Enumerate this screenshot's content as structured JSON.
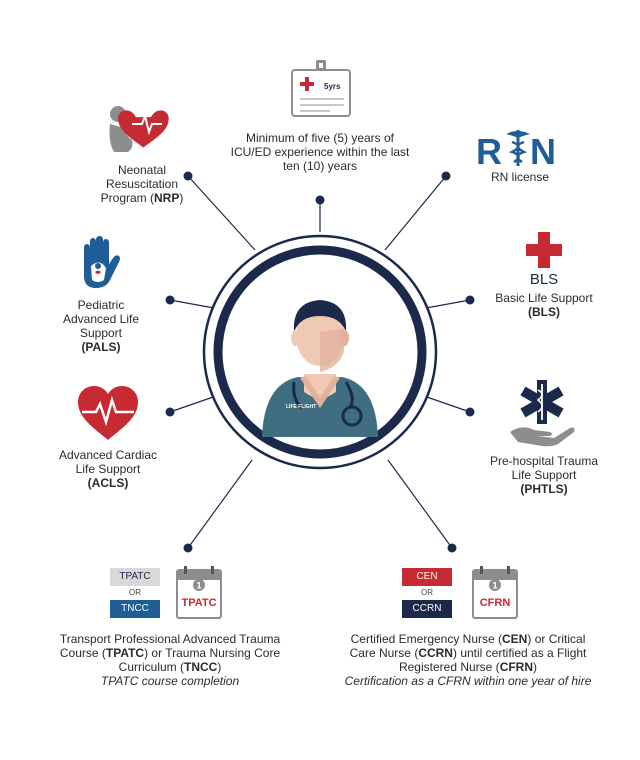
{
  "items": {
    "experience": {
      "badge": "5yrs",
      "text": "Minimum of five (5) years of ICU/ED experience within the last ten (10) years"
    },
    "rn": {
      "logo_r": "R",
      "logo_n": "N",
      "text": "RN license"
    },
    "nrp": {
      "line1": "Neonatal",
      "line2": "Resuscitation",
      "line3_prefix": "Program (",
      "abbr": "NRP",
      "line3_suffix": ")"
    },
    "pals": {
      "line1": "Pediatric",
      "line2": "Advanced Life",
      "line3": "Support",
      "abbr": "(PALS)"
    },
    "bls": {
      "icon_label": "BLS",
      "text": "Basic Life Support",
      "abbr": "(BLS)"
    },
    "acls": {
      "line1": "Advanced Cardiac",
      "line2": "Life Support",
      "abbr": "(ACLS)"
    },
    "phtls": {
      "line1": "Pre-hospital Trauma",
      "line2": "Life Support",
      "abbr": "(PHTLS)"
    },
    "tpatc": {
      "badge_top": "TPATC",
      "or": "OR",
      "badge_bottom": "TNCC",
      "calendar_label": "TPATC",
      "calendar_day": "1",
      "line1": "Transport Professional Advanced Trauma",
      "line2_a": "Course (",
      "line2_b": "TPATC",
      "line2_c": ") or Trauma Nursing Core",
      "line3_a": "Curriculum (",
      "line3_b": "TNCC",
      "line3_c": ")",
      "note": "TPATC course completion"
    },
    "cfrn": {
      "badge_top": "CEN",
      "or": "OR",
      "badge_bottom": "CCRN",
      "calendar_label": "CFRN",
      "calendar_day": "1",
      "line1_a": "Certified Emergency Nurse (",
      "line1_b": "CEN",
      "line1_c": ") or Critical",
      "line2_a": "Care Nurse (",
      "line2_b": "CCRN",
      "line2_c": ") until certified as a Flight",
      "line3_a": "Registered Nurse (",
      "line3_b": "CFRN",
      "line3_c": ")",
      "note": "Certification as a CFRN within one year of hire"
    }
  },
  "center": {
    "shirt_logo": "LIFE FLIGHT"
  },
  "colors": {
    "navy": "#1b2a4a",
    "red": "#c62a33",
    "blue": "#1f5d96",
    "teal": "#3e6e80",
    "grey": "#8d8d8d"
  }
}
